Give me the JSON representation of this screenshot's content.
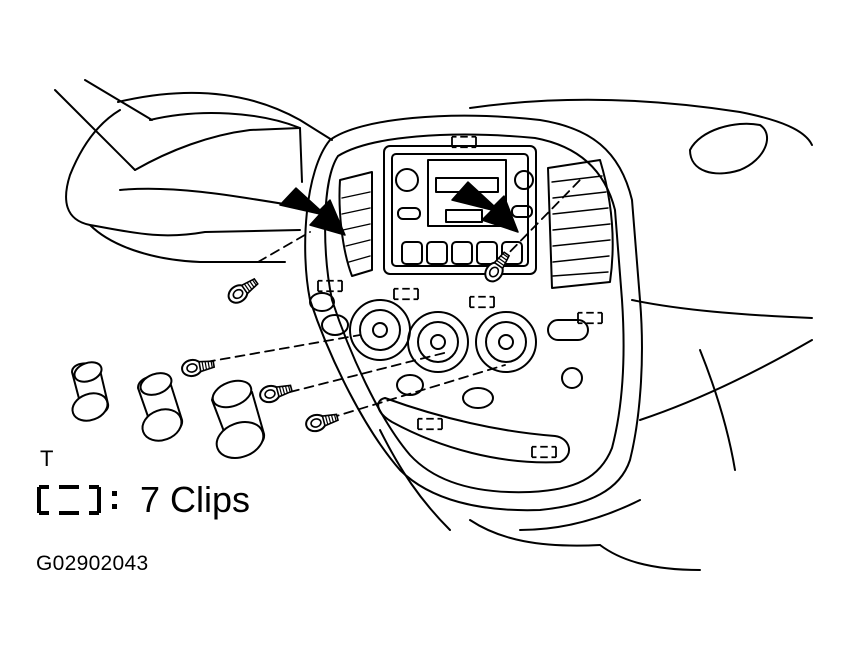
{
  "labels": {
    "view_letter": "T",
    "clip_count": "7 Clips",
    "figure_code": "G02902043"
  },
  "icons": {
    "clip": "clip-icon",
    "arrow": "removal-arrow-icon",
    "screw": "screw-icon",
    "knob": "knob-icon"
  },
  "colors": {
    "line": "#000000",
    "background": "#ffffff"
  },
  "parts": {
    "clips_total": 7,
    "arrows": 2,
    "screws": 5,
    "knobs": 3
  }
}
